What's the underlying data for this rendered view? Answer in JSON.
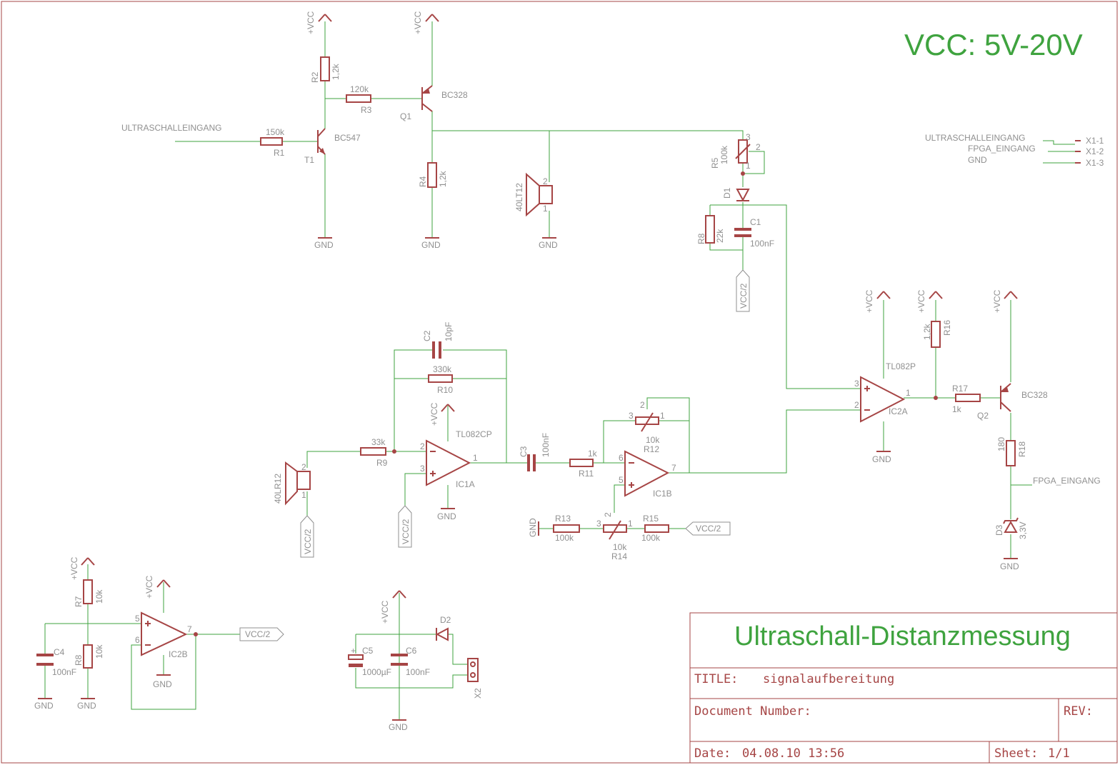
{
  "header_note": "VCC: 5V-20V",
  "title_block": {
    "project": "Ultraschall-Distanzmessung",
    "title_label": "TITLE:",
    "title_value": "signalaufbereitung",
    "document_label": "Document Number:",
    "rev_label": "REV:",
    "date_label": "Date:",
    "date_value": "04.08.10 13:56",
    "sheet_label": "Sheet:",
    "sheet_value": "1/1"
  },
  "colors": {
    "wire": "#3fa33f",
    "symbol": "#a64545",
    "label": "#909090",
    "background": "#ffffff"
  },
  "supplies": {
    "vcc": "+VCC",
    "gnd": "GND",
    "half": "VCC/2"
  },
  "nets": {
    "input": "ULTRASCHALLEINGANG",
    "fpga": "FPGA_EINGANG",
    "gnd": "GND"
  },
  "connector_x1": {
    "pin1": "X1-1",
    "pin2": "X1-2",
    "pin3": "X1-3"
  },
  "components": {
    "r1": {
      "ref": "R1",
      "value": "150k"
    },
    "r2": {
      "ref": "R2",
      "value": "1,2k"
    },
    "r3": {
      "ref": "R3",
      "value": "120k"
    },
    "r4": {
      "ref": "R4",
      "value": "1,2k"
    },
    "r5": {
      "ref": "R5",
      "value": "100k"
    },
    "r7": {
      "ref": "R7",
      "value": "10k"
    },
    "r8a": {
      "ref": "R8",
      "value": "22k"
    },
    "r8b": {
      "ref": "R8",
      "value": "10k"
    },
    "r9": {
      "ref": "R9",
      "value": "33k"
    },
    "r10": {
      "ref": "R10",
      "value": "330k"
    },
    "r11": {
      "ref": "R11",
      "value": "1k"
    },
    "r12": {
      "ref": "R12",
      "value": "10k"
    },
    "r13": {
      "ref": "R13",
      "value": "100k"
    },
    "r14": {
      "ref": "R14",
      "value": "10k"
    },
    "r15": {
      "ref": "R15",
      "value": "100k"
    },
    "r16": {
      "ref": "R16",
      "value": "1,2k"
    },
    "r17": {
      "ref": "R17",
      "value": "1k"
    },
    "r18": {
      "ref": "R18",
      "value": "180"
    },
    "c1": {
      "ref": "C1",
      "value": "100nF"
    },
    "c2": {
      "ref": "C2",
      "value": "10pF"
    },
    "c3": {
      "ref": "C3",
      "value": "100nF"
    },
    "c4": {
      "ref": "C4",
      "value": "100nF"
    },
    "c5": {
      "ref": "C5",
      "value": "1000µF"
    },
    "c6": {
      "ref": "C6",
      "value": "100nF"
    },
    "t1": {
      "ref": "T1",
      "value": "BC547"
    },
    "q1": {
      "ref": "Q1",
      "value": "BC328"
    },
    "q2": {
      "ref": "Q2",
      "value": "BC328"
    },
    "d1": {
      "ref": "D1"
    },
    "d2": {
      "ref": "D2"
    },
    "d3": {
      "ref": "D3",
      "value": "3,3V"
    },
    "tx": {
      "value": "40LT12"
    },
    "rx": {
      "value": "40LR12"
    },
    "ic1": {
      "value": "TL082CP",
      "unit_a": "IC1A",
      "unit_b": "IC1B"
    },
    "ic2": {
      "value": "TL082P",
      "unit_a": "IC2A",
      "unit_b": "IC2B"
    },
    "x2": {
      "ref": "X2"
    }
  },
  "pins": {
    "p1": "1",
    "p2": "2",
    "p3": "3",
    "p5": "5",
    "p6": "6",
    "p7": "7"
  }
}
